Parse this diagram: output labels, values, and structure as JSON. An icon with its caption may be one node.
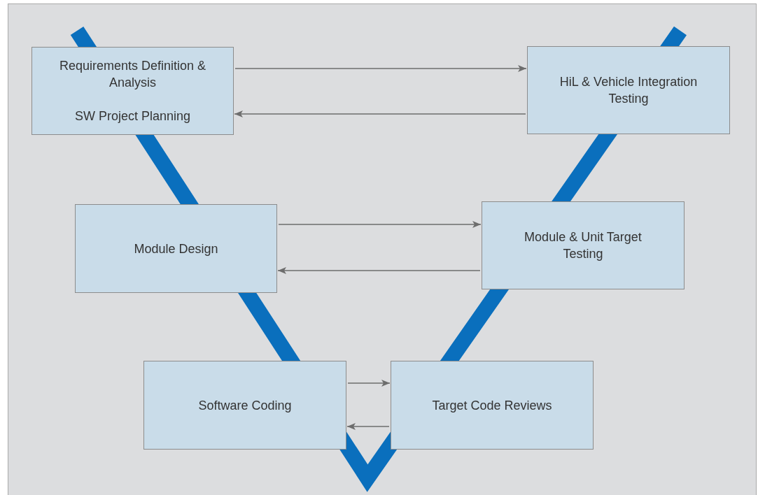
{
  "diagram": {
    "nodes": [
      {
        "text": [
          "Requirements Definition & Analysis",
          "SW Project Planning"
        ]
      },
      {
        "text": [
          "HiL & Vehicle Integration Testing"
        ]
      },
      {
        "text": [
          "Module Design"
        ]
      },
      {
        "text": [
          "Module & Unit Target Testing"
        ]
      },
      {
        "text": [
          "Software Coding"
        ]
      },
      {
        "text": [
          "Target Code Reviews"
        ]
      }
    ],
    "edges": [
      {
        "from": 0,
        "to": 1,
        "arrow": "to"
      },
      {
        "from": 1,
        "to": 0,
        "arrow": "to"
      },
      {
        "from": 2,
        "to": 3,
        "arrow": "to"
      },
      {
        "from": 3,
        "to": 2,
        "arrow": "to"
      },
      {
        "from": 4,
        "to": 5,
        "arrow": "to"
      },
      {
        "from": 5,
        "to": 4,
        "arrow": "to"
      }
    ]
  }
}
